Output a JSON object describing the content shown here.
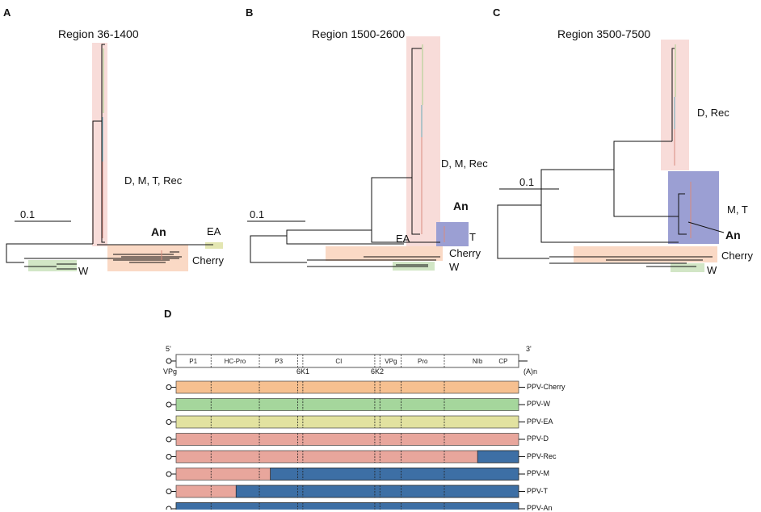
{
  "panels": {
    "A": {
      "letter": "A",
      "title": "Region 36-1400",
      "scale_label": "0.1",
      "labels": {
        "group1": "D, M, T, Rec",
        "an": "An",
        "ea": "EA",
        "cherry": "Cherry",
        "w": "W"
      }
    },
    "B": {
      "letter": "B",
      "title": "Region 1500-2600",
      "scale_label": "0.1",
      "labels": {
        "group1": "D, M, Rec",
        "an": "An",
        "t": "T",
        "ea": "EA",
        "cherry": "Cherry",
        "w": "W"
      }
    },
    "C": {
      "letter": "C",
      "title": "Region 3500-7500",
      "scale_label": "0.1",
      "labels": {
        "group1": "D, Rec",
        "mt": "M, T",
        "an": "An",
        "cherry": "Cherry",
        "w": "W"
      }
    },
    "D": {
      "letter": "D",
      "five_prime": "5'",
      "three_prime": "3'",
      "vpg": "VPg",
      "polyA": "(A)n",
      "genes": [
        "P1",
        "HC-Pro",
        "P3",
        "CI",
        "VPg",
        "Pro",
        "NIb",
        "CP"
      ],
      "small_genes": [
        "6K1",
        "6K2"
      ],
      "rows": [
        {
          "label": "PPV-Cherry",
          "color": "#f6c090",
          "recomb": null
        },
        {
          "label": "PPV-W",
          "color": "#a5d69c",
          "recomb": null
        },
        {
          "label": "PPV-EA",
          "color": "#e2e2a0",
          "recomb": null
        },
        {
          "label": "PPV-D",
          "color": "#e8a69c",
          "recomb": null
        },
        {
          "label": "PPV-Rec",
          "color": "#e8a69c",
          "recomb": 0.88
        },
        {
          "label": "PPV-M",
          "color": "#e8a69c",
          "recomb": 0.275
        },
        {
          "label": "PPV-T",
          "color": "#e8a69c",
          "recomb": 0.175
        },
        {
          "label": "PPV-An",
          "color": "#e8a69c",
          "recomb": 0.0
        }
      ]
    }
  },
  "colors": {
    "recombinant": "#3d6fa5",
    "highlight_pink": "#f8dcd9",
    "highlight_purple": "#9b9fd3",
    "highlight_orange": "#fad9c5",
    "highlight_green": "#d2e6c6",
    "highlight_yellow": "#e3e6b2"
  }
}
